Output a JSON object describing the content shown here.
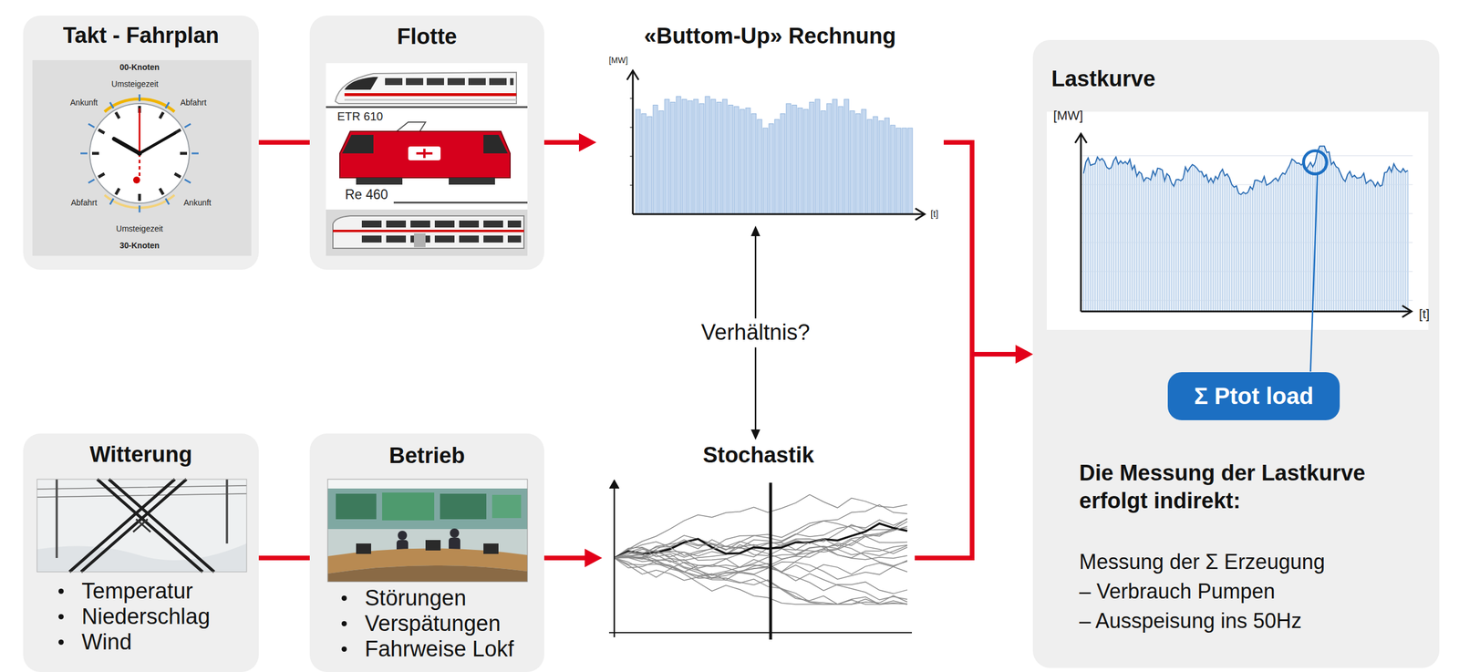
{
  "diagram": {
    "nodes": [
      {
        "text": [
          "Takt - Fahrplan"
        ]
      },
      {
        "text": [
          "Flotte"
        ]
      },
      {
        "text": [
          "«Buttom-Up» Rechnung"
        ]
      },
      {
        "text": [
          "Lastkurve",
          "Die Messung der Lastkurve erfolgt indirekt:",
          "Messung der Σ Erzeugung",
          "– Verbrauch Pumpen",
          "– Ausspeisung ins 50Hz"
        ]
      },
      {
        "text": [
          "Σ Ptot load"
        ],
        "in": 3
      },
      {
        "text": [
          "Witterung",
          "Temperatur",
          "Niederschlag",
          "Wind"
        ]
      },
      {
        "text": [
          "Betrieb",
          "Störungen",
          "Verspätungen",
          "Fahrweise Lokf"
        ]
      },
      {
        "text": [
          "Stochastik"
        ]
      }
    ],
    "edges": [
      {
        "from": 0,
        "to": 1,
        "arrow": "none"
      },
      {
        "from": 1,
        "to": 2,
        "arrow": "to"
      },
      {
        "from": 2,
        "to": 3,
        "arrow": "to"
      },
      {
        "from": 5,
        "to": 6,
        "arrow": "none"
      },
      {
        "from": 6,
        "to": 7,
        "arrow": "to"
      },
      {
        "from": 7,
        "to": 3,
        "arrow": "to"
      },
      {
        "from": 2,
        "to": 7,
        "label": "Verhältnis?",
        "arrow": "both"
      }
    ],
    "labels": [
      "00-Knoten",
      "Umsteigezeit",
      "Ankunft",
      "Abfahrt",
      "Abfahrt",
      "Ankunft",
      "Umsteigezeit",
      "30-Knoten",
      "ETR 610",
      "Re 460",
      "[MW]",
      "[t]",
      "[MW]",
      "[t]"
    ]
  }
}
